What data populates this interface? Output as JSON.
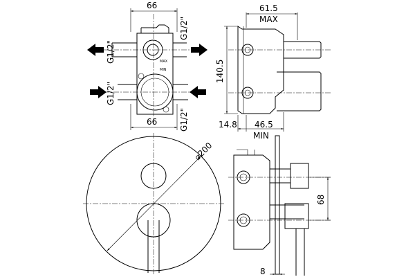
{
  "dimensions": {
    "top_width": "66",
    "bottom_width": "66",
    "thread_top_left": "G1/2\"",
    "thread_top_right": "G1/2\"",
    "thread_bottom_left": "G1/2\"",
    "thread_bottom_right": "G1/2\"",
    "side_max_value": "61.5",
    "side_max_label": "MAX",
    "side_height": "140.5",
    "side_offset": "14.8",
    "side_min_value": "46.5",
    "side_min_label": "MIN",
    "plate_diameter": "⌀200",
    "spacing": "68",
    "plate_thickness": "8"
  },
  "body_marks": {
    "max": "MAX",
    "min": "MIN"
  }
}
